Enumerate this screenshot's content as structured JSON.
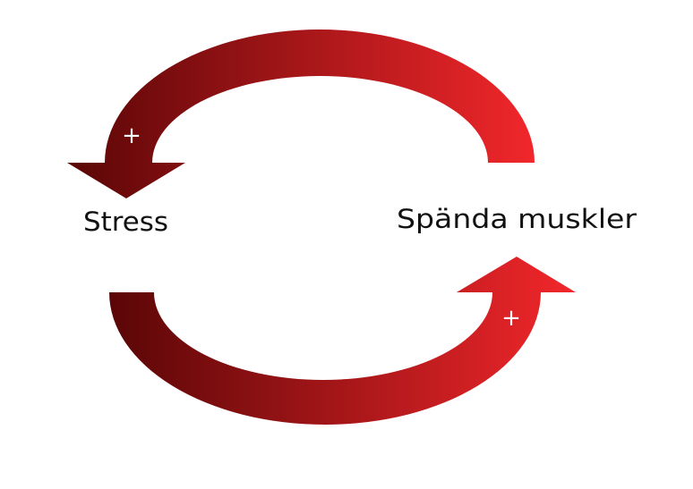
{
  "diagram": {
    "type": "feedback-loop",
    "nodes": [
      {
        "id": "stress",
        "label": "Stress"
      },
      {
        "id": "muscles",
        "label": "Spända muskler"
      }
    ],
    "links": [
      {
        "from": "muscles",
        "to": "stress",
        "sign": "+"
      },
      {
        "from": "stress",
        "to": "muscles",
        "sign": "+"
      }
    ],
    "colors": {
      "arrow_dark": "#5a0607",
      "arrow_bright": "#f2272b",
      "sign": "#ffffff",
      "text": "#111111",
      "background": "#ffffff"
    }
  }
}
